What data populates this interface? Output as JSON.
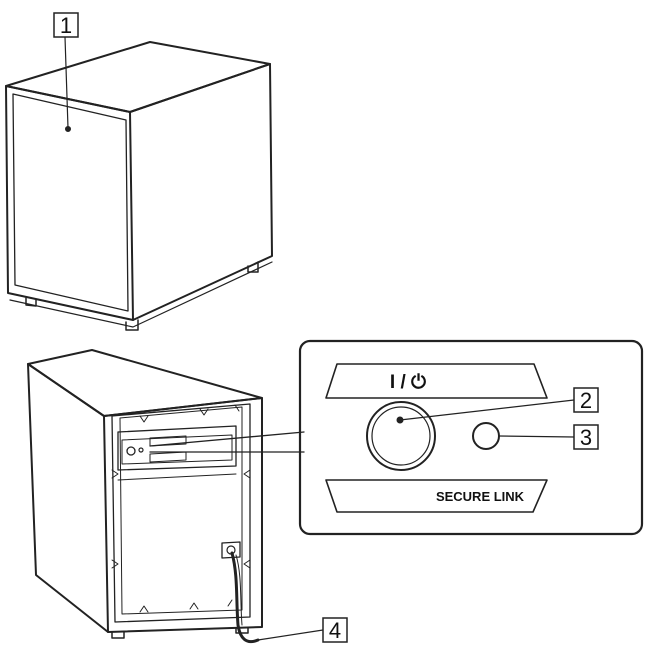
{
  "callouts": {
    "c1": "1",
    "c2": "2",
    "c3": "3",
    "c4": "4"
  },
  "panel": {
    "power_label": "I / ⏻",
    "secure_link_label": "SECURE LINK"
  },
  "icons": {
    "power": "power-icon"
  }
}
